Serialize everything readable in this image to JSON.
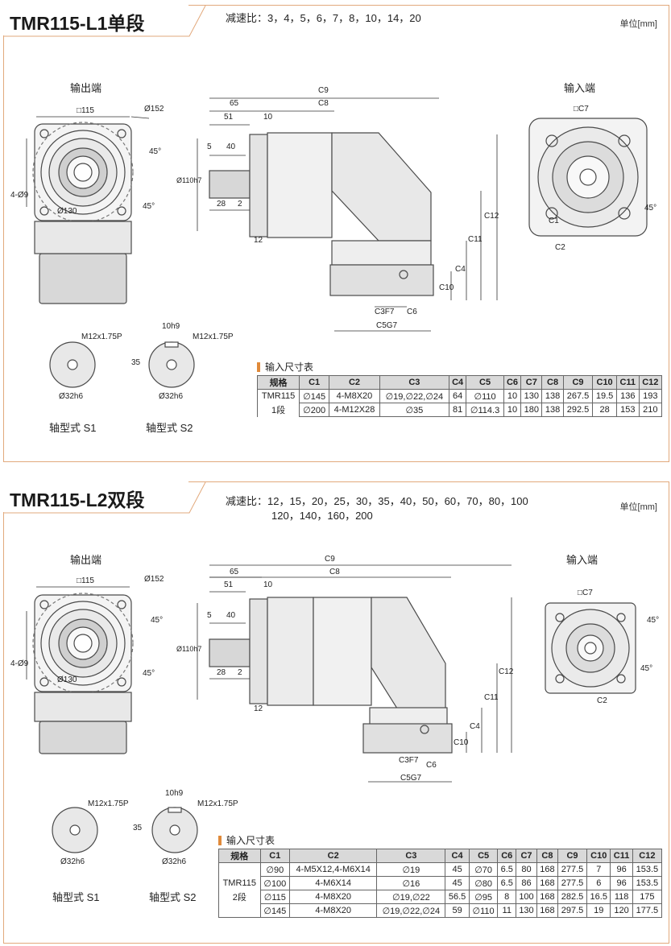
{
  "colors": {
    "accent": "#e08a3a",
    "border": "#e2a97c",
    "drawing": "#4a4a4a",
    "dim": "#333333"
  },
  "panel1": {
    "title": "TMR115-L1单段",
    "ratio": "减速比：3，4，5，6，7，8，10，14，20",
    "unit": "单位[mm]",
    "output_label": "输出端",
    "input_label": "输入端",
    "shaft_s1": "轴型式 S1",
    "shaft_s2": "轴型式 S2",
    "table_title": "输入尺寸表",
    "dims": {
      "sq115": "□115",
      "d152": "Ø152",
      "a45a": "45°",
      "a45b": "45°",
      "h409": "4-Ø9",
      "d130": "Ø130",
      "c9": "C9",
      "c8": "C8",
      "d65": "65",
      "d51": "51",
      "d10": "10",
      "d5": "5",
      "d40": "40",
      "d110": "Ø110h7",
      "d28": "28",
      "d2": "2",
      "d12": "12",
      "c12": "C12",
      "c11": "C11",
      "c4": "C4",
      "c10": "C10",
      "c6": "C6",
      "c3": "C3F7",
      "c5": "C5G7",
      "c7": "□C7",
      "c1": "C1",
      "c2": "C2",
      "a45c": "45°",
      "m12a": "M12x1.75P",
      "m12b": "M12x1.75P",
      "d10h9": "10h9",
      "d35": "35",
      "d32a": "Ø32h6",
      "d32b": "Ø32h6"
    },
    "table": {
      "headers": [
        "规格",
        "C1",
        "C2",
        "C3",
        "C4",
        "C5",
        "C6",
        "C7",
        "C8",
        "C9",
        "C10",
        "C11",
        "C12"
      ],
      "model_lines": [
        "TMR115",
        "1段"
      ],
      "rows": [
        [
          "∅145",
          "4-M8X20",
          "∅19,∅22,∅24",
          "64",
          "∅110",
          "10",
          "130",
          "138",
          "267.5",
          "19.5",
          "136",
          "193"
        ],
        [
          "∅200",
          "4-M12X28",
          "∅35",
          "81",
          "∅114.3",
          "10",
          "180",
          "138",
          "292.5",
          "28",
          "153",
          "210"
        ]
      ]
    }
  },
  "panel2": {
    "title": "TMR115-L2双段",
    "ratio_line1": "减速比：12，15，20，25，30，35，40，50，60，70，80，100",
    "ratio_line2": "120，140，160，200",
    "unit": "单位[mm]",
    "output_label": "输出端",
    "input_label": "输入端",
    "shaft_s1": "轴型式 S1",
    "shaft_s2": "轴型式 S2",
    "table_title": "输入尺寸表",
    "dims": {
      "sq115": "□115",
      "d152": "Ø152",
      "a45a": "45°",
      "a45b": "45°",
      "h409": "4-Ø9",
      "d130": "Ø130",
      "c9": "C9",
      "c8": "C8",
      "d65": "65",
      "d51": "51",
      "d10": "10",
      "d5": "5",
      "d40": "40",
      "d110": "Ø110h7",
      "d28": "28",
      "d2": "2",
      "d12": "12",
      "c12": "C12",
      "c11": "C11",
      "c4": "C4",
      "c10": "C10",
      "c6": "C6",
      "c3": "C3F7",
      "c5": "C5G7",
      "c7": "□C7",
      "c2": "C2",
      "a45c": "45°",
      "a45d": "45°",
      "m12a": "M12x1.75P",
      "m12b": "M12x1.75P",
      "d10h9": "10h9",
      "d35": "35",
      "d32a": "Ø32h6",
      "d32b": "Ø32h6"
    },
    "table": {
      "headers": [
        "规格",
        "C1",
        "C2",
        "C3",
        "C4",
        "C5",
        "C6",
        "C7",
        "C8",
        "C9",
        "C10",
        "C11",
        "C12"
      ],
      "model_lines": [
        "TMR115",
        "2段"
      ],
      "rows": [
        [
          "∅90",
          "4-M5X12,4-M6X14",
          "∅19",
          "45",
          "∅70",
          "6.5",
          "80",
          "168",
          "277.5",
          "7",
          "96",
          "153.5"
        ],
        [
          "∅100",
          "4-M6X14",
          "∅16",
          "45",
          "∅80",
          "6.5",
          "86",
          "168",
          "277.5",
          "6",
          "96",
          "153.5"
        ],
        [
          "∅115",
          "4-M8X20",
          "∅19,∅22",
          "56.5",
          "∅95",
          "8",
          "100",
          "168",
          "282.5",
          "16.5",
          "118",
          "175"
        ],
        [
          "∅145",
          "4-M8X20",
          "∅19,∅22,∅24",
          "59",
          "∅110",
          "11",
          "130",
          "168",
          "297.5",
          "19",
          "120",
          "177.5"
        ]
      ]
    }
  }
}
